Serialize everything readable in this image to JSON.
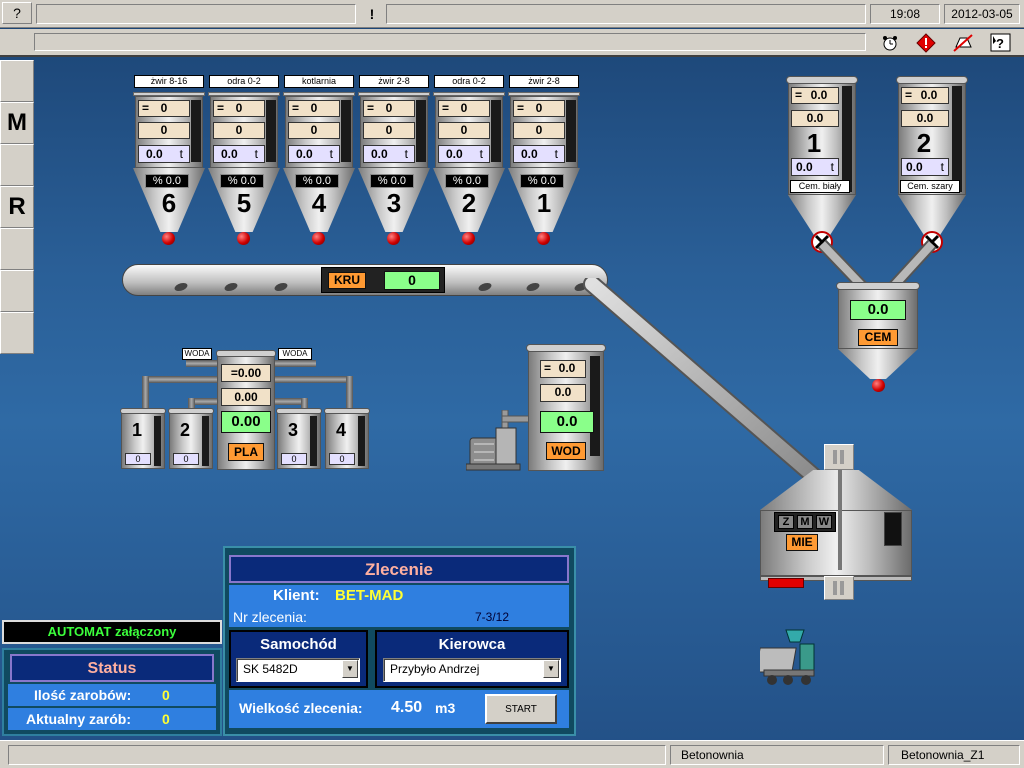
{
  "titlebar": {
    "help": "?",
    "alert": "!",
    "time": "19:08",
    "date": "2012-03-05"
  },
  "toolbar_icons": [
    "alarm-clock-icon",
    "warning-diamond-icon",
    "no-alarm-icon",
    "help-pointer-icon"
  ],
  "side_buttons": [
    "",
    "M",
    "",
    "R",
    "",
    "",
    ""
  ],
  "aggregates": [
    {
      "label": "żwir 8-16",
      "v1": "0",
      "v2": "0",
      "t": "0.0",
      "unit": "t",
      "pct": "% 0.0",
      "num": "6"
    },
    {
      "label": "odra 0-2",
      "v1": "0",
      "v2": "0",
      "t": "0.0",
      "unit": "t",
      "pct": "% 0.0",
      "num": "5"
    },
    {
      "label": "kotlarnia",
      "v1": "0",
      "v2": "0",
      "t": "0.0",
      "unit": "t",
      "pct": "% 0.0",
      "num": "4"
    },
    {
      "label": "żwir 2-8",
      "v1": "0",
      "v2": "0",
      "t": "0.0",
      "unit": "t",
      "pct": "% 0.0",
      "num": "3"
    },
    {
      "label": "odra 0-2",
      "v1": "0",
      "v2": "0",
      "t": "0.0",
      "unit": "t",
      "pct": "% 0.0",
      "num": "2"
    },
    {
      "label": "żwir 2-8",
      "v1": "0",
      "v2": "0",
      "t": "0.0",
      "unit": "t",
      "pct": "% 0.0",
      "num": "1"
    }
  ],
  "eq": "=",
  "conveyor": {
    "label": "KRU",
    "value": "0"
  },
  "cement": [
    {
      "v1": "0.0",
      "v2": "0.0",
      "num": "1",
      "t": "0.0",
      "unit": "t",
      "label": "Cem. biały"
    },
    {
      "v1": "0.0",
      "v2": "0.0",
      "num": "2",
      "t": "0.0",
      "unit": "t",
      "label": "Cem. szary"
    }
  ],
  "cem_scale": {
    "value": "0.0",
    "label": "CEM"
  },
  "plasticizer": {
    "woda_left": "WODA",
    "woda_right": "WODA",
    "v1": "=0.00",
    "v2": "0.00",
    "v3": "0.00",
    "label": "PLA",
    "tanks": [
      {
        "num": "1",
        "val": "0"
      },
      {
        "num": "2",
        "val": "0"
      },
      {
        "num": "3",
        "val": "0"
      },
      {
        "num": "4",
        "val": "0"
      }
    ]
  },
  "water": {
    "v1": "0.0",
    "v2": "0.0",
    "v3": "0.0",
    "label": "WOD"
  },
  "mixer": {
    "z": "Z",
    "m": "M",
    "w": "W",
    "label": "MIE"
  },
  "automat": "AUTOMAT załączony",
  "status": {
    "title": "Status",
    "count_label": "Ilość zarobów:",
    "count": "0",
    "current_label": "Aktualny zarób:",
    "current": "0"
  },
  "order": {
    "title": "Zlecenie",
    "client_label": "Klient:",
    "client": "BET-MAD",
    "nr_label": "Nr zlecenia:",
    "nr": "7-3/12",
    "car_label": "Samochód",
    "car": "SK 5482D",
    "driver_label": "Kierowca",
    "driver": "Przybyło Andrzej",
    "size_label": "Wielkość zlecenia:",
    "size": "4.50",
    "size_unit": "m3",
    "start": "START"
  },
  "statusbar": {
    "app": "Betonownia",
    "station": "Betonownia_Z1"
  }
}
